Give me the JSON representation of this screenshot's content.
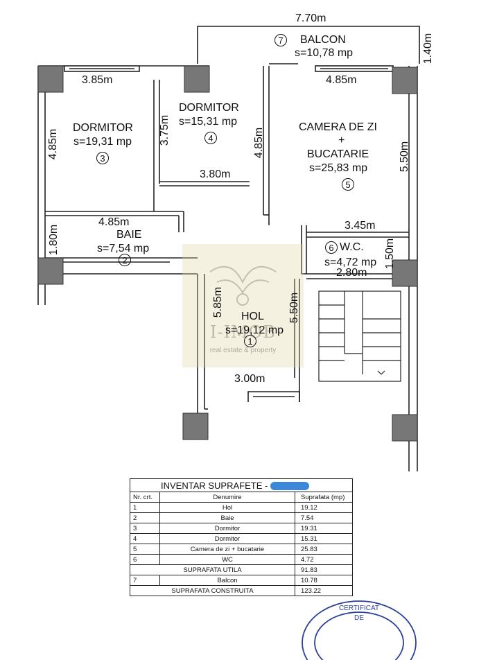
{
  "dimensions": {
    "balcony_width": "7.70m",
    "balcony_depth": "1.40m",
    "dormitor3_width": "3.85m",
    "dormitor3_depth": "4.85m",
    "dormitor4_depth": "3.75m",
    "dormitor4_width": "3.80m",
    "center_wall": "4.85m",
    "living_width": "4.85m",
    "living_depth": "5.50m",
    "baie_width": "4.85m",
    "baie_depth": "1.80m",
    "wc_width": "3.45m",
    "wc_depth": "1.50m",
    "wc_width2": "2.80m",
    "hol_depth_left": "5.85m",
    "hol_depth_right": "5.50m",
    "hol_width": "3.00m"
  },
  "rooms": {
    "balcon": {
      "name": "BALCON",
      "area": "s=10,78 mp",
      "num": "7"
    },
    "dormitor3": {
      "name": "DORMITOR",
      "area": "s=19,31 mp",
      "num": "3"
    },
    "dormitor4": {
      "name": "DORMITOR",
      "area": "s=15,31 mp",
      "num": "4"
    },
    "living": {
      "name1": "CAMERA DE ZI",
      "plus": "+",
      "name2": "BUCATARIE",
      "area": "s=25,83 mp",
      "num": "5"
    },
    "baie": {
      "name": "BAIE",
      "area": "s=7,54 mp",
      "num": "2"
    },
    "wc": {
      "name": "W.C.",
      "area": "s=4,72 mp",
      "num": "6"
    },
    "hol": {
      "name": "HOL",
      "area": "s=19,12 mp",
      "num": "1"
    }
  },
  "watermark": {
    "logo": "I-IMOB",
    "tagline": "real estate & property"
  },
  "table": {
    "title": "INVENTAR SUPRAFETE -",
    "headers": {
      "nr": "Nr. crt.",
      "name": "Denumire",
      "area": "Suprafata (mp)"
    },
    "rows": [
      {
        "nr": "1",
        "name": "Hol",
        "area": "19.12"
      },
      {
        "nr": "2",
        "name": "Baie",
        "area": "7.54"
      },
      {
        "nr": "3",
        "name": "Dormitor",
        "area": "19.31"
      },
      {
        "nr": "4",
        "name": "Dormitor",
        "area": "15.31"
      },
      {
        "nr": "5",
        "name": "Camera de zi + bucatarie",
        "area": "25.83"
      },
      {
        "nr": "6",
        "name": "WC",
        "area": "4.72"
      }
    ],
    "utila": {
      "label": "SUPRAFATA UTILA",
      "area": "91.83"
    },
    "balcon": {
      "nr": "7",
      "name": "Balcon",
      "area": "10.78"
    },
    "construita": {
      "label": "SUPRAFATA CONSTRUITA",
      "area": "123.22"
    }
  },
  "stamp": {
    "line1": "CERTIFICAT",
    "line2": "DE"
  }
}
